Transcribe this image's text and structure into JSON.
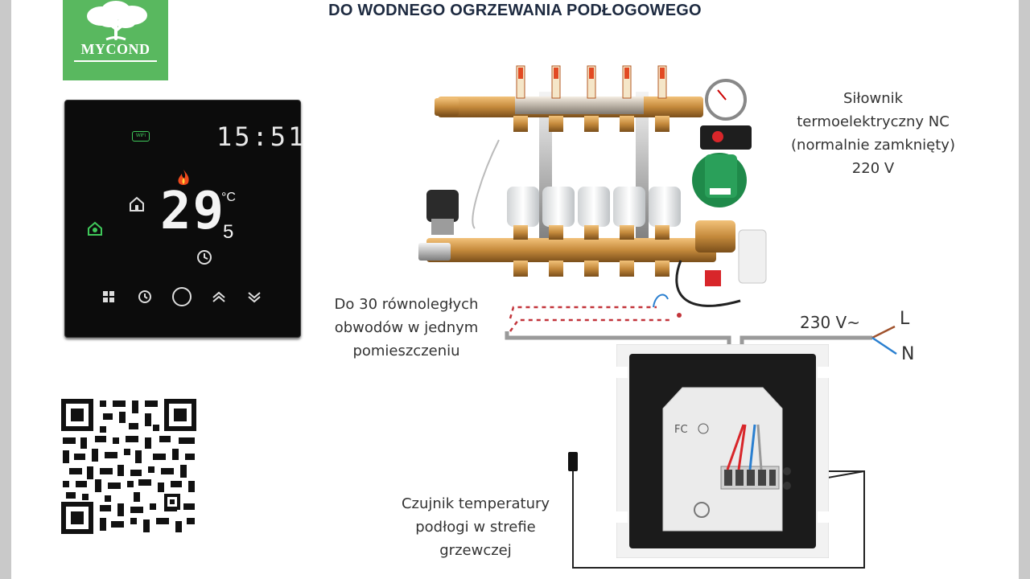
{
  "title": "DO WODNEGO OGRZEWANIA PODŁOGOWEGO",
  "logo": {
    "brand": "MYCOND"
  },
  "labels": {
    "actuator": [
      "Siłownik",
      "termoelektryczny NC",
      "(normalnie zamknięty)",
      "220 V"
    ],
    "circuits": [
      "Do 30 równoległych",
      "obwodów w jednym",
      "pomieszczeniu"
    ],
    "sensor": [
      "Czujnik temperatury",
      "podłogi w strefie",
      "grzewczej"
    ],
    "voltage": "230 V~",
    "line": "L",
    "neutral": "N"
  },
  "thermostat_display": {
    "time": "15:51",
    "temperature": "29",
    "unit": "°C",
    "setpoint": "5",
    "wifi_tag": "WiFi"
  },
  "icons": [
    "tree-icon",
    "flame-icon",
    "home-icon",
    "away-icon",
    "clock-icon",
    "menu-icon",
    "timer-icon",
    "power-icon",
    "up-icon",
    "down-icon",
    "qr-code-icon"
  ],
  "colors": {
    "logo_green": "#59b85f",
    "title": "#1d2a40",
    "brass": "#c58a3c",
    "pump_green": "#1f8a4a",
    "wire_red": "#d8262a",
    "wire_blue": "#2a7fd0",
    "dashed_red": "#c2343a"
  }
}
